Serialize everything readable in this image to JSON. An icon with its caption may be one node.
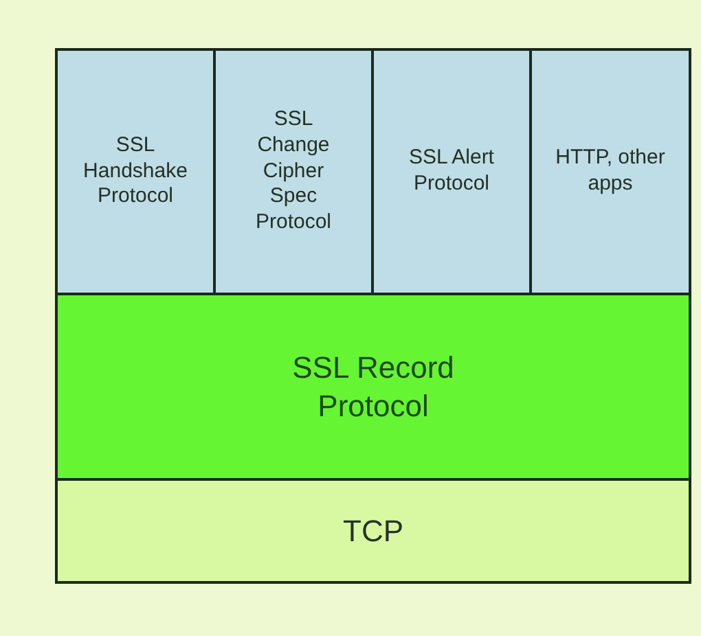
{
  "diagram": {
    "nodes": [
      {
        "text": [
          "SSL Handshake Protocol"
        ]
      },
      {
        "text": [
          "SSL Change Cipher Spec Protocol"
        ]
      },
      {
        "text": [
          "SSL Alert Protocol"
        ]
      },
      {
        "text": [
          "HTTP, other apps"
        ]
      },
      {
        "text": [
          "SSL Record Protocol"
        ]
      },
      {
        "text": [
          "TCP"
        ]
      }
    ]
  }
}
